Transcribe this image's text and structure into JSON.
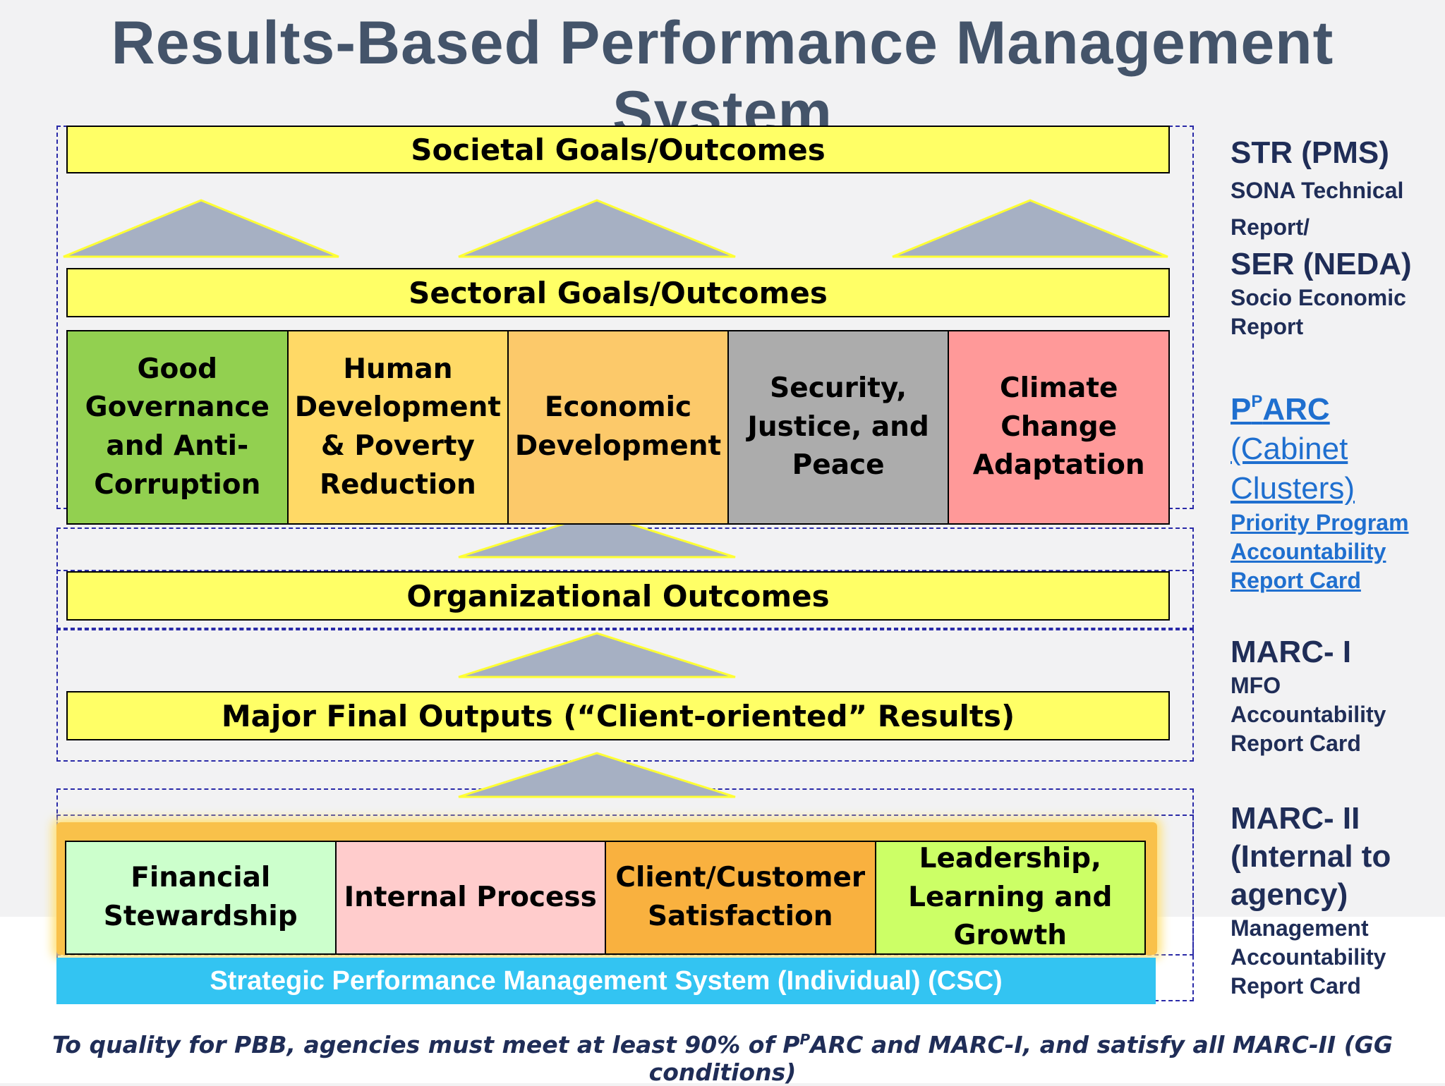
{
  "title": "Results-Based Performance Management System",
  "levels": {
    "societal": "Societal Goals/Outcomes",
    "sectoral": "Sectoral Goals/Outcomes",
    "organizational": "Organizational  Outcomes",
    "mfo": "Major Final Outputs  (“Client-oriented” Results)"
  },
  "sectors": [
    {
      "label": "Good Governance and Anti-Corruption",
      "color": "#92d050"
    },
    {
      "label": "Human Development & Poverty Reduction",
      "color": "#ffd966"
    },
    {
      "label": "Economic Development",
      "color": "#fcc96a"
    },
    {
      "label": "Security, Justice, and Peace",
      "color": "#acacac"
    },
    {
      "label": "Climate Change Adaptation",
      "color": "#ff9999"
    }
  ],
  "scorecard": [
    {
      "label": "Financial Stewardship",
      "color": "#ccffcc"
    },
    {
      "label": "Internal Process",
      "color": "#ffcccc"
    },
    {
      "label": "Client/Customer Satisfaction",
      "color": "#f9b13f"
    },
    {
      "label": "Leadership, Learning and Growth",
      "color": "#ccff66"
    }
  ],
  "spms": "Strategic Performance Management System (Individual) (CSC)",
  "side": {
    "str_head": "STR (PMS)",
    "str_sub": "SONA Technical Report/",
    "ser_head": "SER (NEDA)",
    "ser_sub": "Socio Economic Report",
    "pparc_p": "P",
    "pparc_sup": "P",
    "pparc_rest": "ARC",
    "pparc_paren": "(Cabinet Clusters)",
    "pparc_sub": "Priority Program Accountability Report Card",
    "marc1_head": "MARC- I",
    "marc1_sub": "MFO Accountability Report Card",
    "marc2_head": "MARC- II (Internal to agency)",
    "marc2_sub": "Management Accountability Report Card"
  },
  "footer": {
    "pre": "To quality for PBB, agencies must meet at least 90% of P",
    "sup": "P",
    "post": "ARC  and MARC-I, and satisfy all MARC-II (GG conditions)"
  },
  "colors": {
    "title": "#44546a",
    "yellow": "#ffff66",
    "triangle": "#a6b0c3",
    "triangle_edge": "#ffff33",
    "dash": "#2a2aa8",
    "spms": "#33c4f2",
    "link": "#1f6fcf",
    "navy": "#1f2d57"
  }
}
